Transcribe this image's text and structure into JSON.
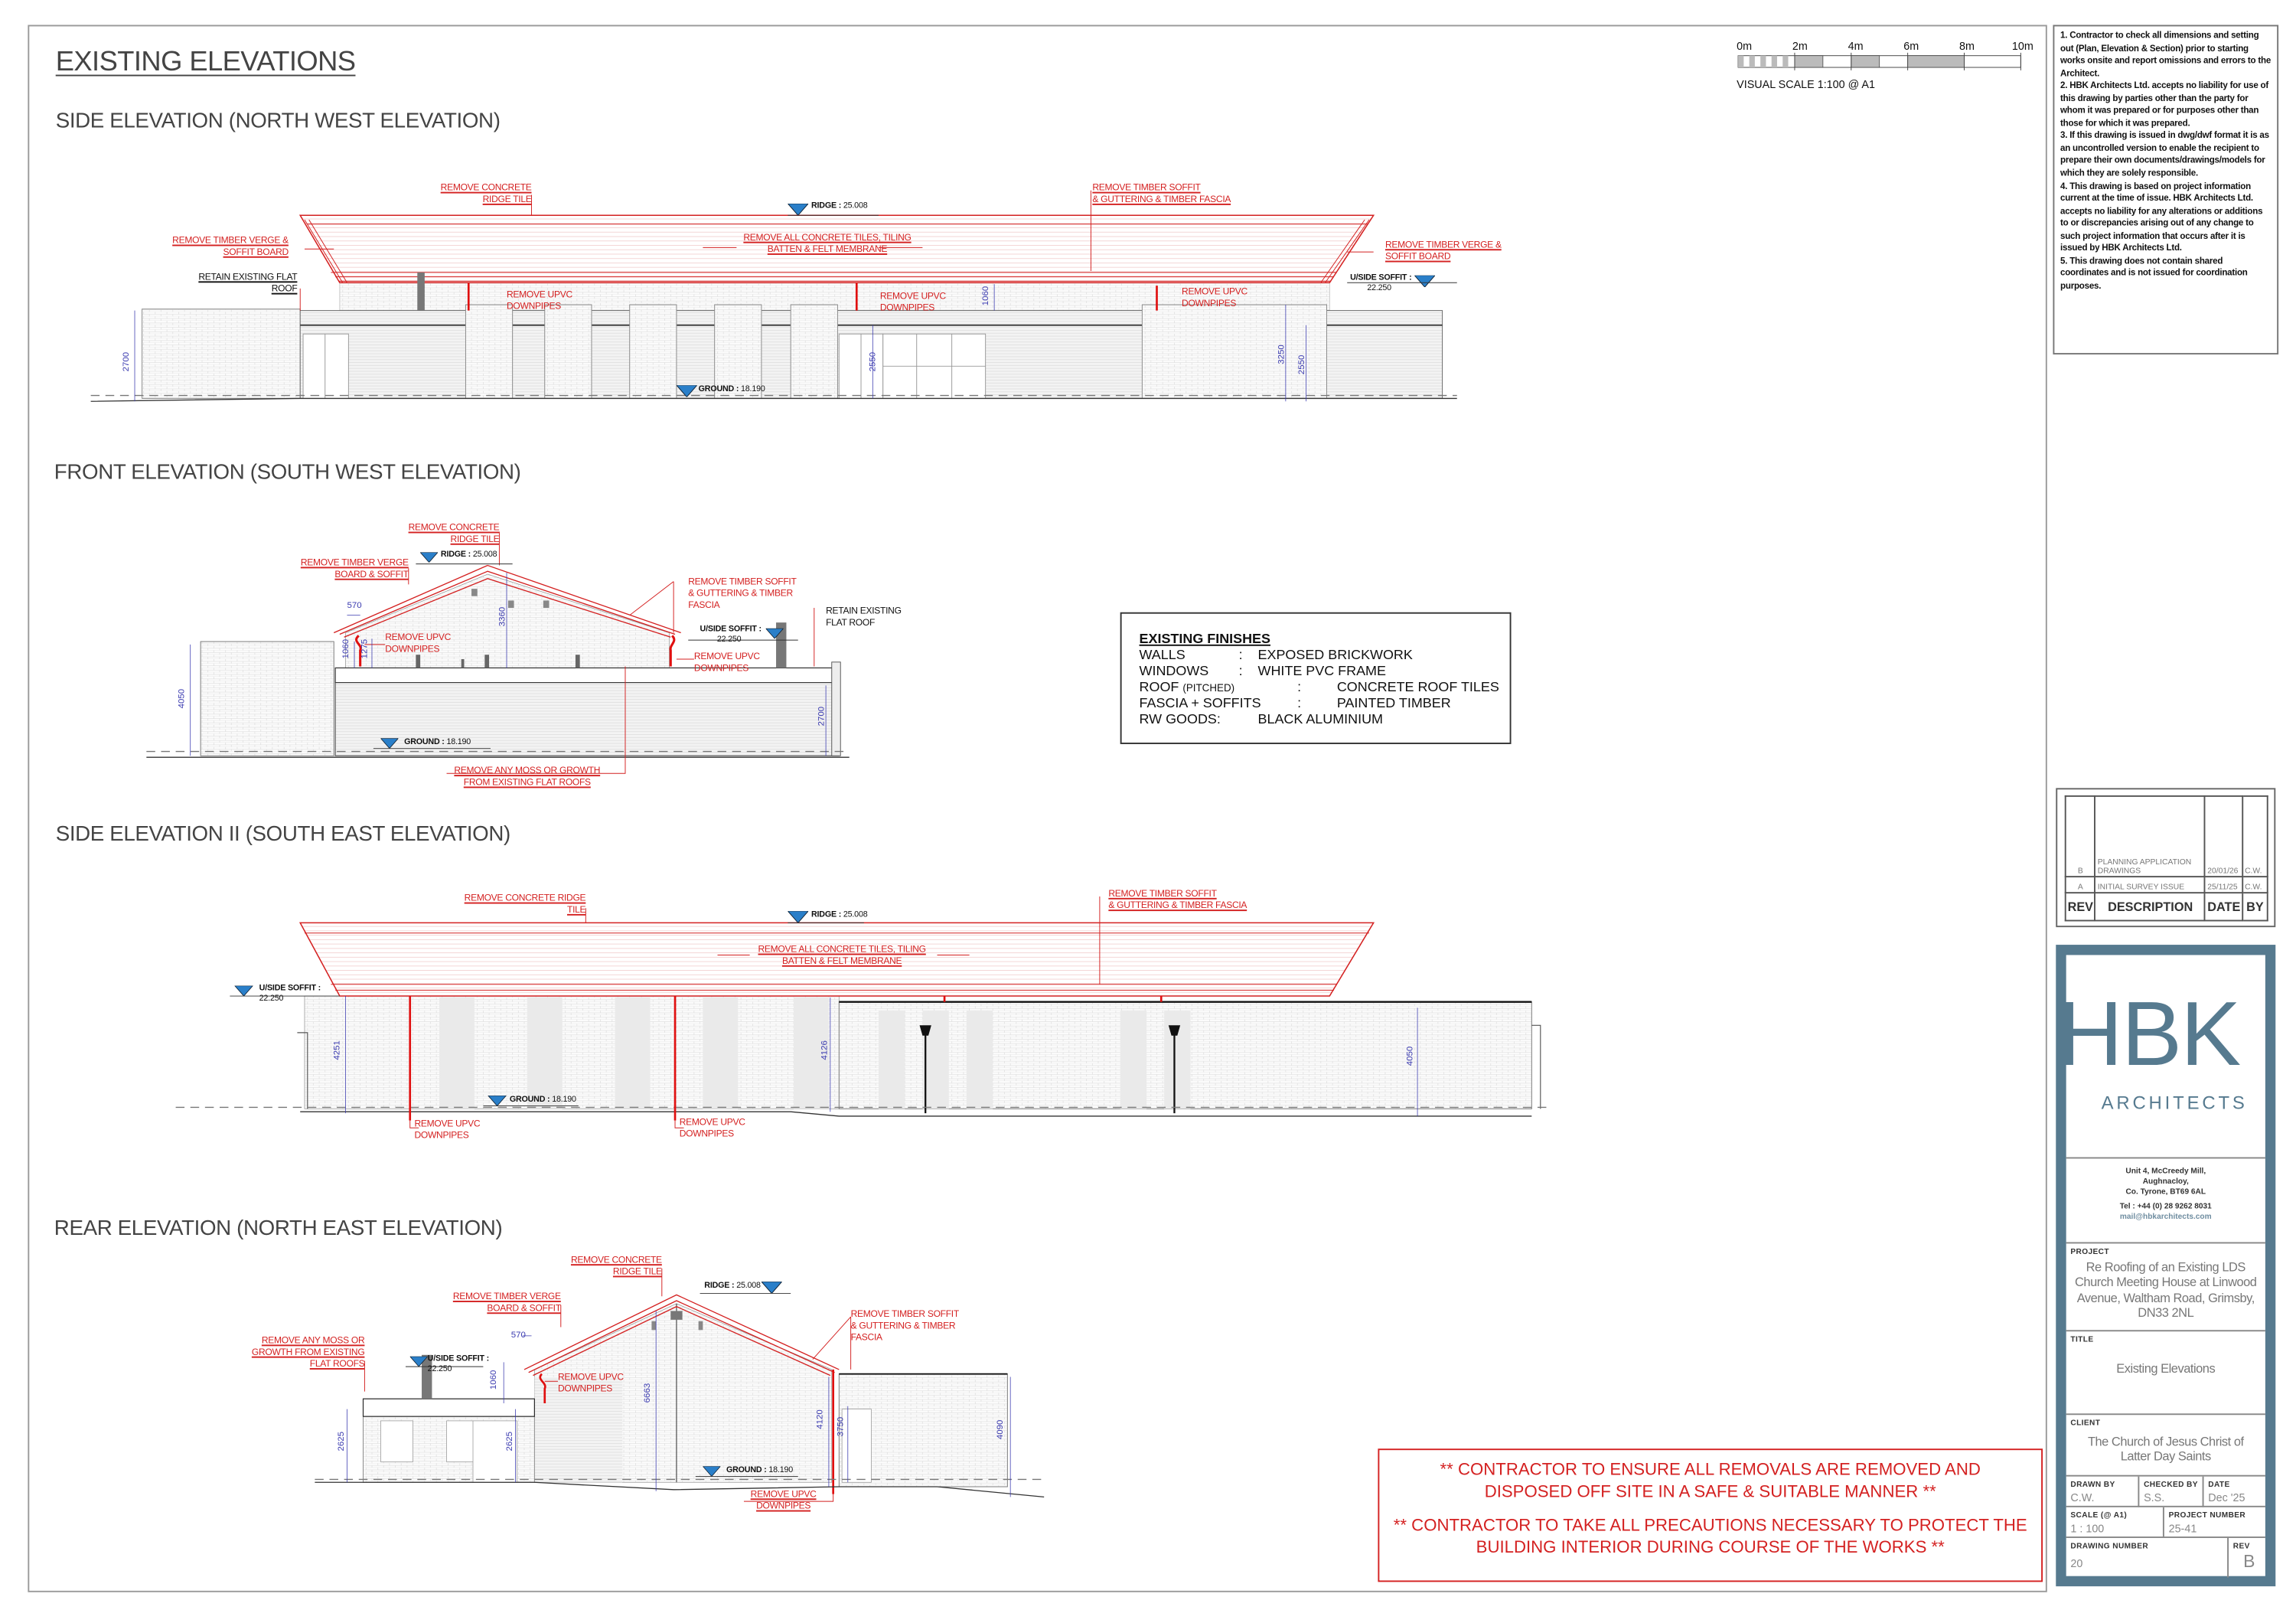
{
  "sheet_title": "EXISTING ELEVATIONS",
  "scale_bar": {
    "ticks": [
      "0m",
      "2m",
      "4m",
      "6m",
      "8m",
      "10m"
    ],
    "caption": "VISUAL SCALE 1:100  @ A1"
  },
  "notes": [
    "1. Contractor to check all dimensions and setting out (Plan, Elevation & Section) prior to starting works onsite and report omissions and errors to the Architect.",
    "2. HBK Architects Ltd. accepts no liability for use of this drawing by parties other than the party for whom it was prepared or for purposes other than those for which it was prepared.",
    "3. If this drawing is issued in dwg/dwf format it is as an uncontrolled version to enable the recipient to prepare their own documents/drawings/models for which they are solely responsible.",
    "4. This drawing is based on project information current at the time of issue. HBK Architects Ltd. accepts no liability for any alterations or additions to or discrepancies arising out of any change to such project information that occurs after it is issued by HBK Architects Ltd.",
    "5. This drawing does not contain shared coordinates and is not issued for coordination purposes."
  ],
  "levels": {
    "ridge": "RIDGE :",
    "ridge_value": "25.008",
    "soffit": "U/SIDE SOFFIT :",
    "soffit_value": "22.250",
    "ground": "GROUND :",
    "ground_value": "18.190"
  },
  "elevations": [
    {
      "title": "SIDE ELEVATION (NORTH WEST ELEVATION)",
      "notes": [
        "REMOVE CONCRETE\nRIDGE TILE",
        "REMOVE TIMBER SOFFIT\n& GUTTERING & TIMBER FASCIA",
        "REMOVE TIMBER VERGE &\nSOFFIT BOARD",
        "REMOVE ALL CONCRETE TILES, TILING\nBATTEN & FELT MEMBRANE",
        "REMOVE TIMBER VERGE &\nSOFFIT BOARD",
        "REMOVE UPVC\nDOWNPIPES",
        "REMOVE UPVC\nDOWNPIPES",
        "REMOVE UPVC\nDOWNPIPES"
      ],
      "retain": "RETAIN EXISTING FLAT\nROOF",
      "dims": [
        "2700",
        "1060",
        "2550",
        "3250",
        "2550"
      ]
    },
    {
      "title": "FRONT ELEVATION (SOUTH WEST ELEVATION)",
      "notes": [
        "REMOVE CONCRETE\nRIDGE TILE",
        "REMOVE TIMBER VERGE\nBOARD & SOFFIT",
        "REMOVE TIMBER SOFFIT\n& GUTTERING & TIMBER\nFASCIA",
        "REMOVE UPVC\nDOWNPIPES",
        "REMOVE UPVC\nDOWNPIPES",
        "REMOVE ANY MOSS OR GROWTH\nFROM EXISTING FLAT ROOFS"
      ],
      "retain": "RETAIN EXISTING\nFLAT ROOF",
      "dims": [
        "570",
        "1060",
        "1275",
        "3360",
        "4050",
        "2700"
      ]
    },
    {
      "title": "SIDE ELEVATION II (SOUTH EAST ELEVATION)",
      "notes": [
        "REMOVE CONCRETE RIDGE\nTILE",
        "REMOVE TIMBER SOFFIT\n& GUTTERING & TIMBER FASCIA",
        "REMOVE ALL CONCRETE TILES, TILING\nBATTEN & FELT MEMBRANE",
        "REMOVE UPVC\nDOWNPIPES",
        "REMOVE UPVC\nDOWNPIPES"
      ],
      "dims": [
        "4251",
        "4126",
        "4050"
      ]
    },
    {
      "title": "REAR ELEVATION (NORTH EAST ELEVATION)",
      "notes": [
        "REMOVE CONCRETE\nRIDGE TILE",
        "REMOVE TIMBER VERGE\nBOARD & SOFFIT",
        "REMOVE TIMBER SOFFIT\n& GUTTERING & TIMBER\nFASCIA",
        "REMOVE ANY MOSS OR\nGROWTH FROM EXISTING\nFLAT ROOFS",
        "REMOVE UPVC\nDOWNPIPES",
        "REMOVE UPVC\nDOWNPIPES"
      ],
      "dims": [
        "570",
        "1060",
        "6663",
        "4120",
        "3750",
        "4090",
        "2625",
        "2625"
      ]
    }
  ],
  "finishes": {
    "heading": "EXISTING FINISHES",
    "rows": [
      {
        "label": "WALLS",
        "sep": ":",
        "value": "EXPOSED BRICKWORK"
      },
      {
        "label": "WINDOWS",
        "sep": ":",
        "value": "WHITE PVC FRAME"
      },
      {
        "label": "ROOF",
        "qualifier": "(PITCHED)",
        "sep": ":",
        "value": "CONCRETE ROOF TILES"
      },
      {
        "label": "FASCIA + SOFFITS",
        "sep": ":",
        "value": "PAINTED TIMBER"
      },
      {
        "label": "RW GOODS:",
        "value": "BLACK ALUMINIUM"
      }
    ]
  },
  "revisions": {
    "headers": [
      "REV",
      "DESCRIPTION",
      "DATE",
      "BY"
    ],
    "rows": [
      {
        "rev": "B",
        "description": "PLANNING APPLICATION DRAWINGS",
        "date": "20/01/26",
        "by": "C.W."
      },
      {
        "rev": "A",
        "description": "INITIAL SURVEY ISSUE",
        "date": "25/11/25",
        "by": "C.W."
      }
    ]
  },
  "title_block": {
    "logo_main": "HBK",
    "logo_sub": "ARCHITECTS",
    "address": [
      "Unit 4,  McCreedy Mill,",
      "Aughnacloy,",
      "Co. Tyrone, BT69 6AL"
    ],
    "tel": "Tel :  +44 (0) 28 9262 8031",
    "email": "mail@hbkarchitects.com",
    "project_label": "PROJECT",
    "project": "Re Roofing of an Existing LDS Church Meeting House at Linwood Avenue, Waltham Road, Grimsby, DN33 2NL",
    "title_label": "TITLE",
    "title": "Existing Elevations",
    "client_label": "CLIENT",
    "client": "The Church of Jesus Christ of Latter Day Saints",
    "drawn_by_label": "DRAWN BY",
    "drawn_by": "C.W.",
    "checked_by_label": "CHECKED BY",
    "checked_by": "S.S.",
    "date_label": "DATE",
    "date": "Dec '25",
    "scale_label": "SCALE (@ A1)",
    "scale": "1 : 100",
    "project_number_label": "PROJECT NUMBER",
    "project_number": "25-41",
    "drawing_number_label": "DRAWING NUMBER",
    "drawing_number": "20",
    "rev_label": "REV",
    "rev": "B"
  },
  "warning": [
    "**     CONTRACTOR TO ENSURE ALL REMOVALS ARE REMOVED AND DISPOSED OFF SITE IN A SAFE & SUITABLE MANNER  **",
    "** CONTRACTOR TO TAKE ALL PRECAUTIONS NECESSARY TO PROTECT THE BUILDING INTERIOR DURING COURSE OF THE WORKS **"
  ],
  "colors": {
    "annotation": "#d42121",
    "brand": "#567a8f",
    "level_marker": "#2a7fc9",
    "dimension": "#3b3bb0"
  }
}
